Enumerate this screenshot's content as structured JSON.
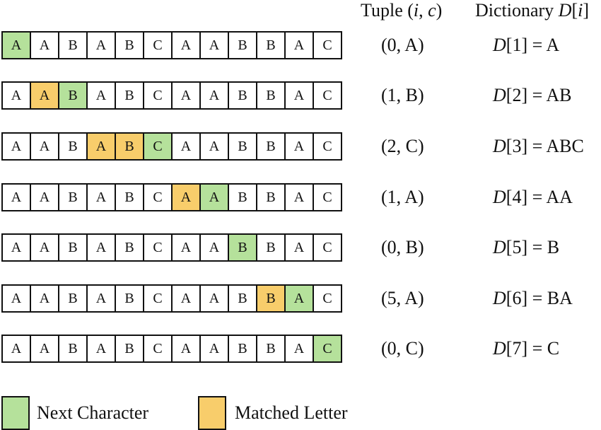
{
  "headers": {
    "tuple_prefix": "Tuple (",
    "tuple_i": "i",
    "tuple_sep": ", ",
    "tuple_c": "c",
    "tuple_suffix": ")",
    "dict_prefix": "Dictionary ",
    "dict_d": "D",
    "dict_open": "[",
    "dict_i": "i",
    "dict_close": "]"
  },
  "colors": {
    "next": "#b5e19b",
    "match": "#f8cd6b",
    "border": "#111111"
  },
  "rows": [
    {
      "cells": [
        "A",
        "A",
        "B",
        "A",
        "B",
        "C",
        "A",
        "A",
        "B",
        "B",
        "A",
        "C"
      ],
      "match": [],
      "next": [
        0
      ],
      "tuple": "(0, A)",
      "dict_index": "1",
      "dict_value": "A"
    },
    {
      "cells": [
        "A",
        "A",
        "B",
        "A",
        "B",
        "C",
        "A",
        "A",
        "B",
        "B",
        "A",
        "C"
      ],
      "match": [
        1
      ],
      "next": [
        2
      ],
      "tuple": "(1, B)",
      "dict_index": "2",
      "dict_value": "AB"
    },
    {
      "cells": [
        "A",
        "A",
        "B",
        "A",
        "B",
        "C",
        "A",
        "A",
        "B",
        "B",
        "A",
        "C"
      ],
      "match": [
        3,
        4
      ],
      "next": [
        5
      ],
      "tuple": "(2, C)",
      "dict_index": "3",
      "dict_value": "ABC"
    },
    {
      "cells": [
        "A",
        "A",
        "B",
        "A",
        "B",
        "C",
        "A",
        "A",
        "B",
        "B",
        "A",
        "C"
      ],
      "match": [
        6
      ],
      "next": [
        7
      ],
      "tuple": "(1, A)",
      "dict_index": "4",
      "dict_value": "AA"
    },
    {
      "cells": [
        "A",
        "A",
        "B",
        "A",
        "B",
        "C",
        "A",
        "A",
        "B",
        "B",
        "A",
        "C"
      ],
      "match": [],
      "next": [
        8
      ],
      "tuple": "(0, B)",
      "dict_index": "5",
      "dict_value": "B"
    },
    {
      "cells": [
        "A",
        "A",
        "B",
        "A",
        "B",
        "C",
        "A",
        "A",
        "B",
        "B",
        "A",
        "C"
      ],
      "match": [
        9
      ],
      "next": [
        10
      ],
      "tuple": "(5, A)",
      "dict_index": "6",
      "dict_value": "BA"
    },
    {
      "cells": [
        "A",
        "A",
        "B",
        "A",
        "B",
        "C",
        "A",
        "A",
        "B",
        "B",
        "A",
        "C"
      ],
      "match": [],
      "next": [
        11
      ],
      "tuple": "(0, C)",
      "dict_index": "7",
      "dict_value": "C"
    }
  ],
  "legend": {
    "next_label": "Next Character",
    "match_label": "Matched Letter"
  }
}
